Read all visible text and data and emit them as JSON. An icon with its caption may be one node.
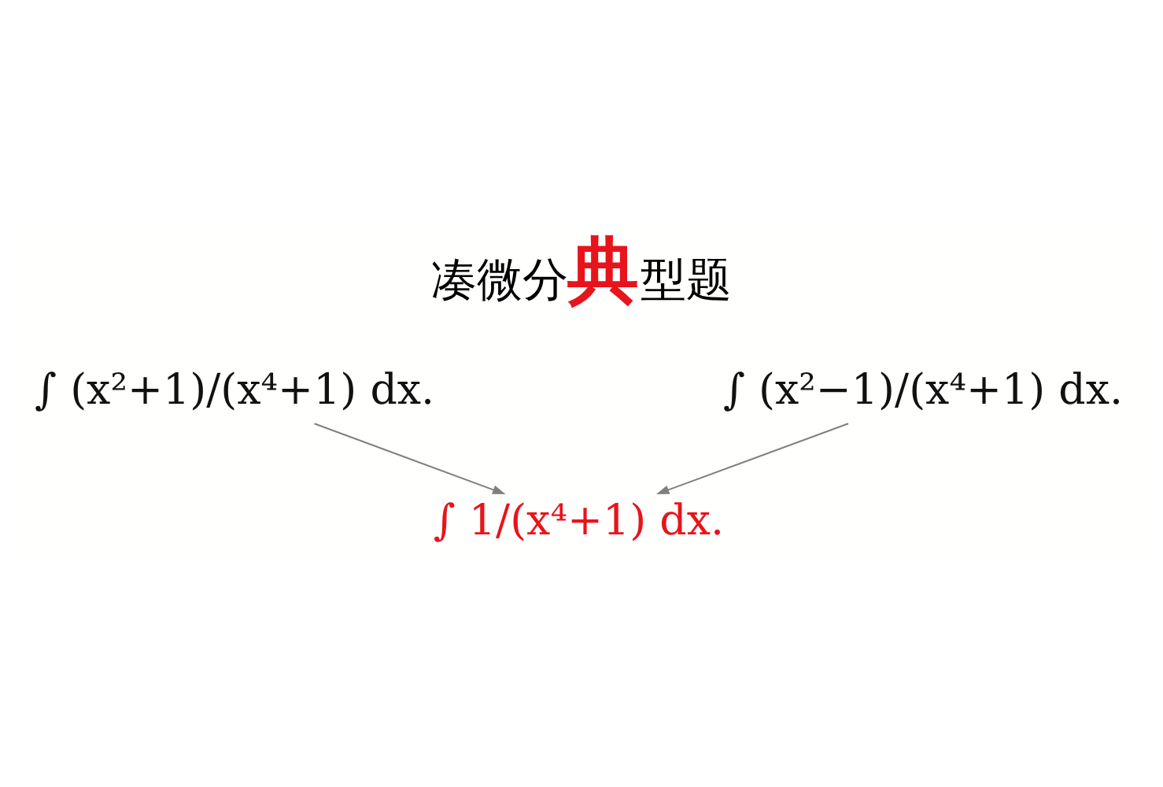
{
  "diagram": {
    "title": "凑微分**典**型题",
    "nodes": [
      {
        "text": [
          "∫ (x²+1)/(x⁴+1) dx."
        ]
      },
      {
        "text": [
          "∫ (x²−1)/(x⁴+1) dx."
        ]
      },
      {
        "text": [
          "∫ 1/(x⁴+1) dx."
        ]
      }
    ],
    "edges": [
      {
        "from": 0,
        "to": 2,
        "arrow": "to"
      },
      {
        "from": 1,
        "to": 2,
        "arrow": "to"
      }
    ]
  }
}
